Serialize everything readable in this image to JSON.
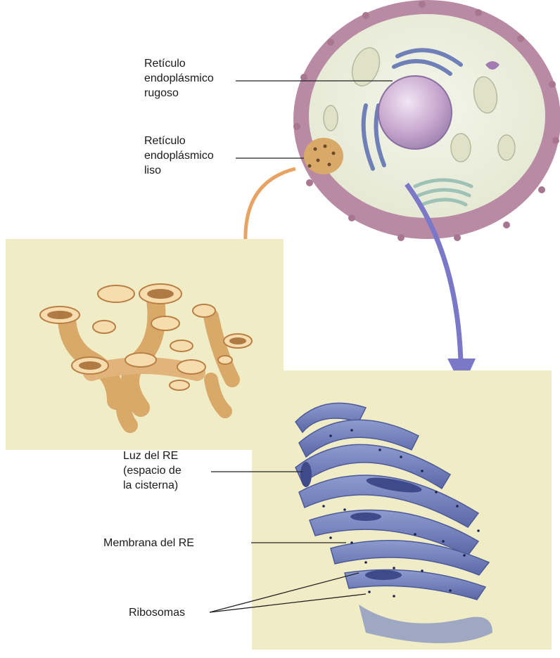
{
  "labels": {
    "rer": [
      "Retículo",
      "endoplásmico",
      "rugoso"
    ],
    "rel": [
      "Retículo",
      "endoplásmico",
      "liso"
    ],
    "lumen": [
      "Luz del RE",
      "(espacio de",
      "la cisterna)"
    ],
    "membrane": "Membrana del RE",
    "ribosomes": "Ribosomas"
  },
  "colors": {
    "cell_membrane": "#b98aa3",
    "cytoplasm": "#eef0e0",
    "nucleus": "#c9a8cf",
    "rer": "#6f7fb8",
    "sER": "#d9a96a",
    "orange_arrow": "#e8a261",
    "purple_arrow": "#7b78c8",
    "panel_bg": "#f0edc6"
  }
}
